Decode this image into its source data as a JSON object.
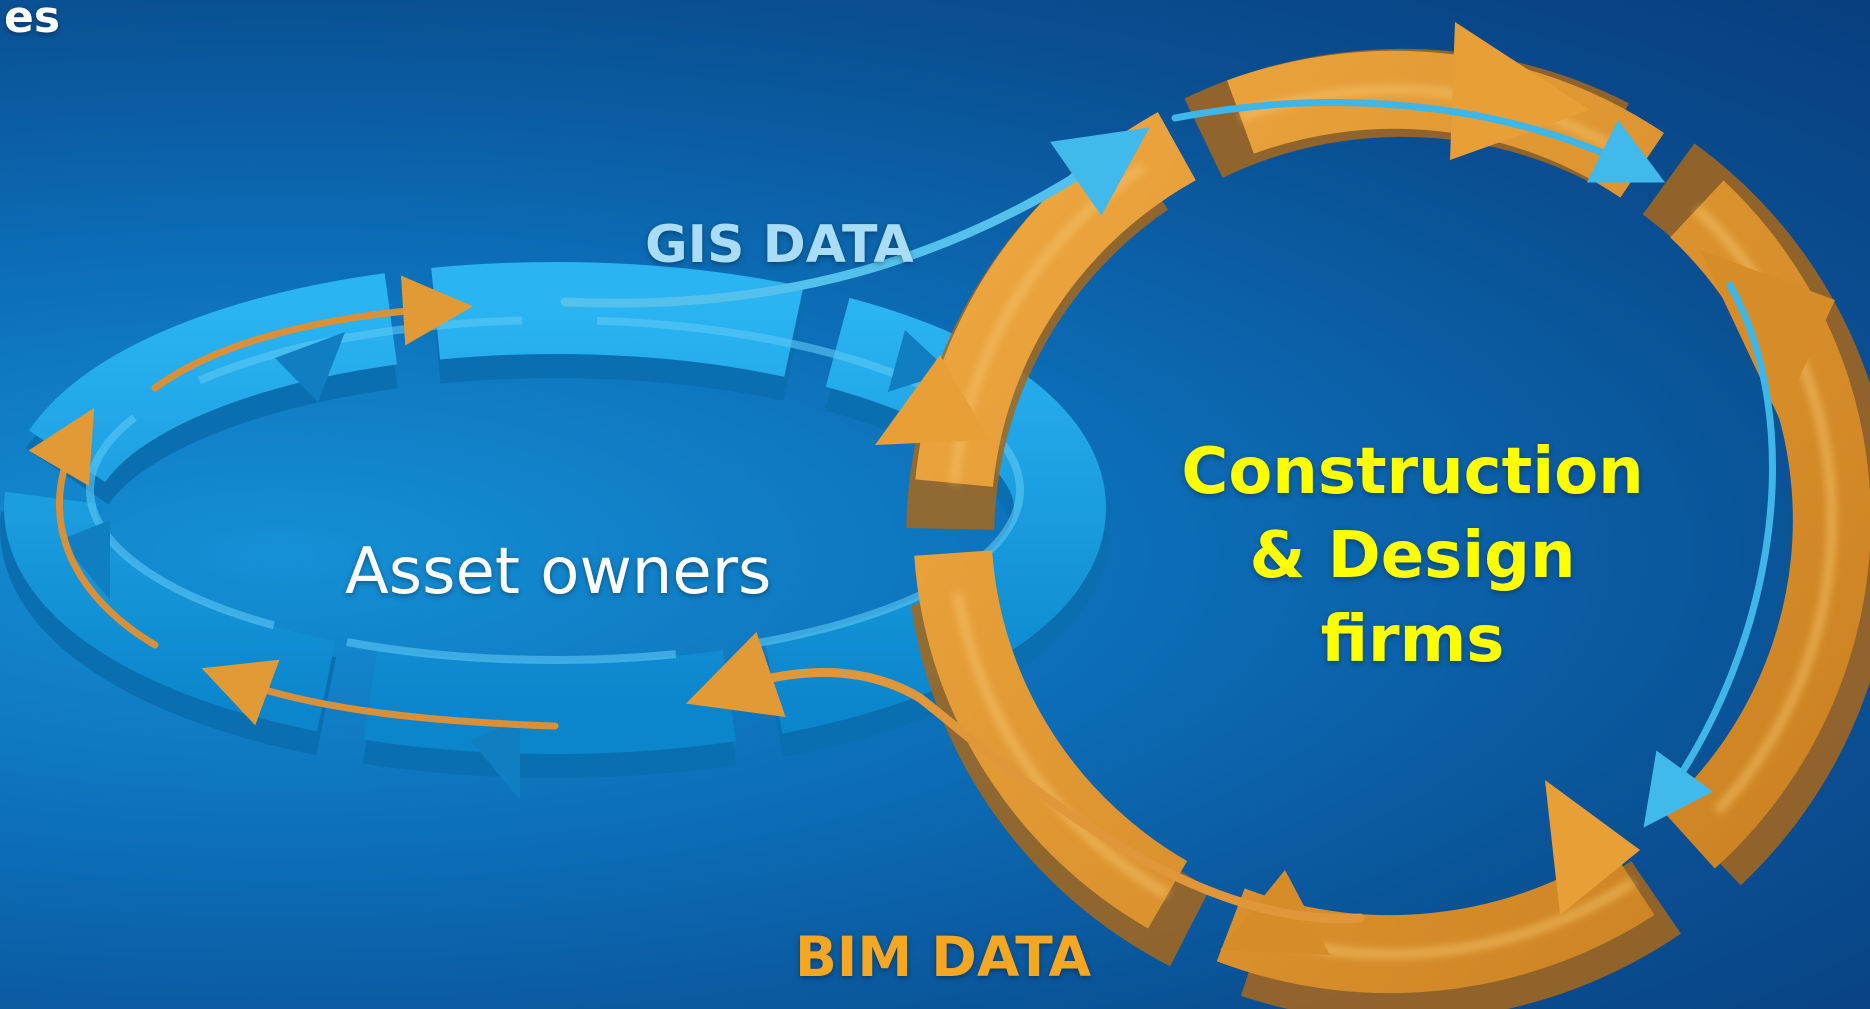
{
  "title_fragment": "es",
  "labels": {
    "gis_data": "GIS DATA",
    "bim_data": "BIM DATA",
    "asset_owners": "Asset owners",
    "construction_lines": [
      "Construction",
      "& Design",
      "firms"
    ]
  },
  "colors": {
    "blue_ring": "#1aa3e6",
    "orange_ring": "#e5992f",
    "gis_text": "#a9dcf6",
    "bim_text": "#f5a623",
    "highlight_text": "#ffff00"
  }
}
